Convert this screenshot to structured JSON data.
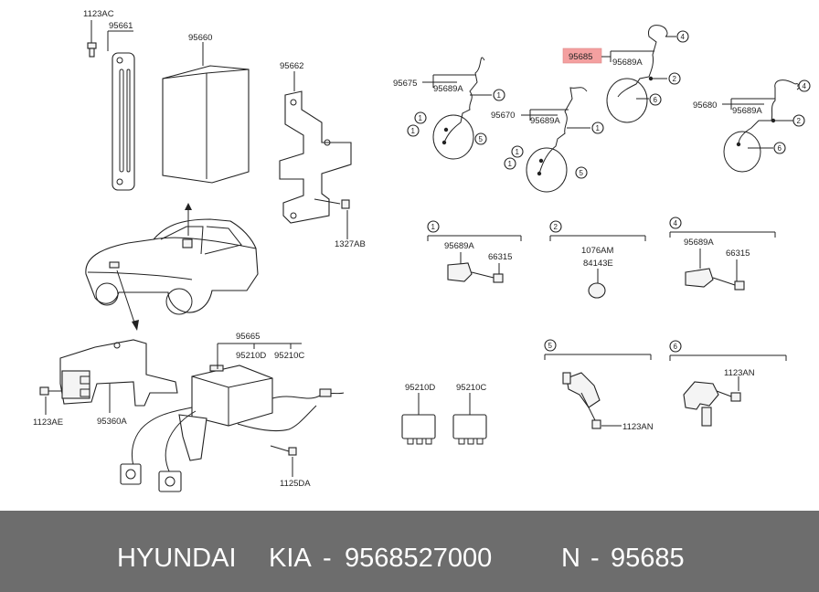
{
  "labels": {
    "l1123AC": "1123AC",
    "l95661": "95661",
    "l95660": "95660",
    "l95662": "95662",
    "l1327AB": "1327AB",
    "l95665": "95665",
    "l95210D": "95210D",
    "l95210C": "95210C",
    "l95360A": "95360A",
    "l1123AE": "1123AE",
    "l1125DA": "1125DA",
    "l95675": "95675",
    "l95689A_a": "95689A",
    "l95670": "95670",
    "l95689A_b": "95689A",
    "l95685": "95685",
    "l95689A_c": "95689A",
    "l95680": "95680",
    "l95689A_d": "95689A",
    "d1_95689A": "95689A",
    "d1_66315": "66315",
    "d2_1076AM": "1076AM",
    "d2_84143E": "84143E",
    "d4_95689A": "95689A",
    "d4_66315": "66315",
    "s95210D": "95210D",
    "s95210C": "95210C",
    "d5_1123AN": "1123AN",
    "d6_1123AN": "1123AN"
  },
  "callouts": {
    "c1": "1",
    "c2": "2",
    "c4": "4",
    "c5": "5",
    "c6": "6"
  },
  "footer": {
    "brand": "HYUNDAI",
    "maker": "KIA",
    "dash1": "-",
    "part_number": "9568527000",
    "n": "N",
    "dash2": "-",
    "ref": "95685"
  },
  "colors": {
    "highlight": "#f4a0a0",
    "footer_bg": "#6d6d6d",
    "footer_text": "#ffffff"
  }
}
